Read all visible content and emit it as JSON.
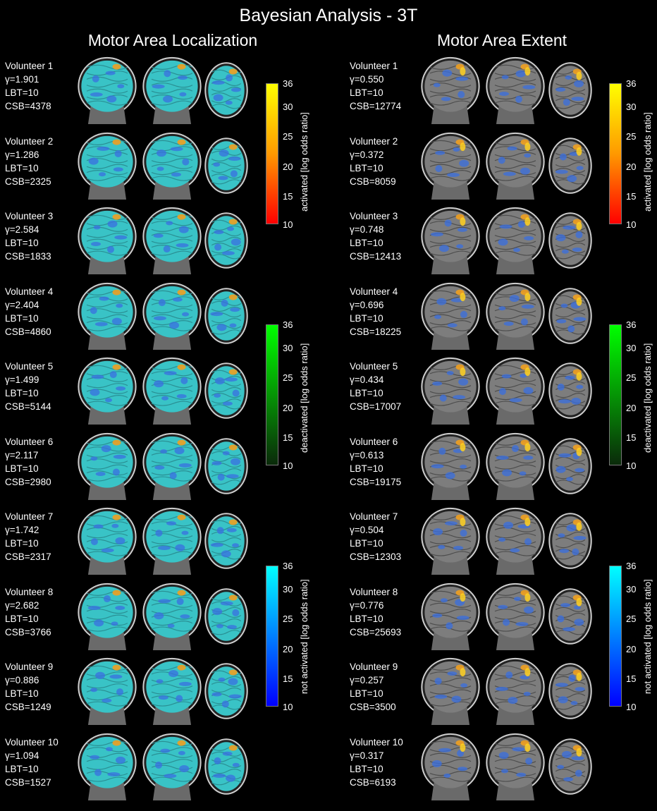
{
  "title": "Bayesian Analysis - 3T",
  "panels": [
    {
      "heading": "Motor Area Localization",
      "overlay": "cyan",
      "volunteers": [
        {
          "name": "Volunteer 1",
          "gamma": "γ=1.901",
          "lbt": "LBT=10",
          "csb": "CSB=4378"
        },
        {
          "name": "Volunteer 2",
          "gamma": "γ=1.286",
          "lbt": "LBT=10",
          "csb": "CSB=2325"
        },
        {
          "name": "Volunteer 3",
          "gamma": "γ=2.584",
          "lbt": "LBT=10",
          "csb": "CSB=1833"
        },
        {
          "name": "Volunteer 4",
          "gamma": "γ=2.404",
          "lbt": "LBT=10",
          "csb": "CSB=4860"
        },
        {
          "name": "Volunteer 5",
          "gamma": "γ=1.499",
          "lbt": "LBT=10",
          "csb": "CSB=5144"
        },
        {
          "name": "Volunteer 6",
          "gamma": "γ=2.117",
          "lbt": "LBT=10",
          "csb": "CSB=2980"
        },
        {
          "name": "Volunteer 7",
          "gamma": "γ=1.742",
          "lbt": "LBT=10",
          "csb": "CSB=2317"
        },
        {
          "name": "Volunteer 8",
          "gamma": "γ=2.682",
          "lbt": "LBT=10",
          "csb": "CSB=3766"
        },
        {
          "name": "Volunteer 9",
          "gamma": "γ=0.886",
          "lbt": "LBT=10",
          "csb": "CSB=1249"
        },
        {
          "name": "Volunteer 10",
          "gamma": "γ=1.094",
          "lbt": "LBT=10",
          "csb": "CSB=1527"
        }
      ]
    },
    {
      "heading": "Motor Area Extent",
      "overlay": "gray",
      "volunteers": [
        {
          "name": "Volunteer 1",
          "gamma": "γ=0.550",
          "lbt": "LBT=10",
          "csb": "CSB=12774"
        },
        {
          "name": "Volunteer 2",
          "gamma": "γ=0.372",
          "lbt": "LBT=10",
          "csb": "CSB=8059"
        },
        {
          "name": "Volunteer 3",
          "gamma": "γ=0.748",
          "lbt": "LBT=10",
          "csb": "CSB=12413"
        },
        {
          "name": "Volunteer 4",
          "gamma": "γ=0.696",
          "lbt": "LBT=10",
          "csb": "CSB=18225"
        },
        {
          "name": "Volunteer 5",
          "gamma": "γ=0.434",
          "lbt": "LBT=10",
          "csb": "CSB=17007"
        },
        {
          "name": "Volunteer 6",
          "gamma": "γ=0.613",
          "lbt": "LBT=10",
          "csb": "CSB=19175"
        },
        {
          "name": "Volunteer 7",
          "gamma": "γ=0.504",
          "lbt": "LBT=10",
          "csb": "CSB=12303"
        },
        {
          "name": "Volunteer 8",
          "gamma": "γ=0.776",
          "lbt": "LBT=10",
          "csb": "CSB=25693"
        },
        {
          "name": "Volunteer 9",
          "gamma": "γ=0.257",
          "lbt": "LBT=10",
          "csb": "CSB=3500"
        },
        {
          "name": "Volunteer 10",
          "gamma": "γ=0.317",
          "lbt": "LBT=10",
          "csb": "CSB=6193"
        }
      ]
    }
  ],
  "colorbars": [
    {
      "label": "activated [log odds ratio]",
      "ticks": [
        "36",
        "30",
        "25",
        "20",
        "15",
        "10"
      ],
      "colors": [
        "#ffff00",
        "#ff0000"
      ]
    },
    {
      "label": "deactivated [log odds ratio]",
      "ticks": [
        "36",
        "30",
        "25",
        "20",
        "15",
        "10"
      ],
      "colors": [
        "#00ff00",
        "#0a2a0a"
      ]
    },
    {
      "label": "not activated [log odds ratio]",
      "ticks": [
        "36",
        "30",
        "25",
        "20",
        "15",
        "10"
      ],
      "colors": [
        "#00ffff",
        "#0000ff"
      ]
    }
  ]
}
